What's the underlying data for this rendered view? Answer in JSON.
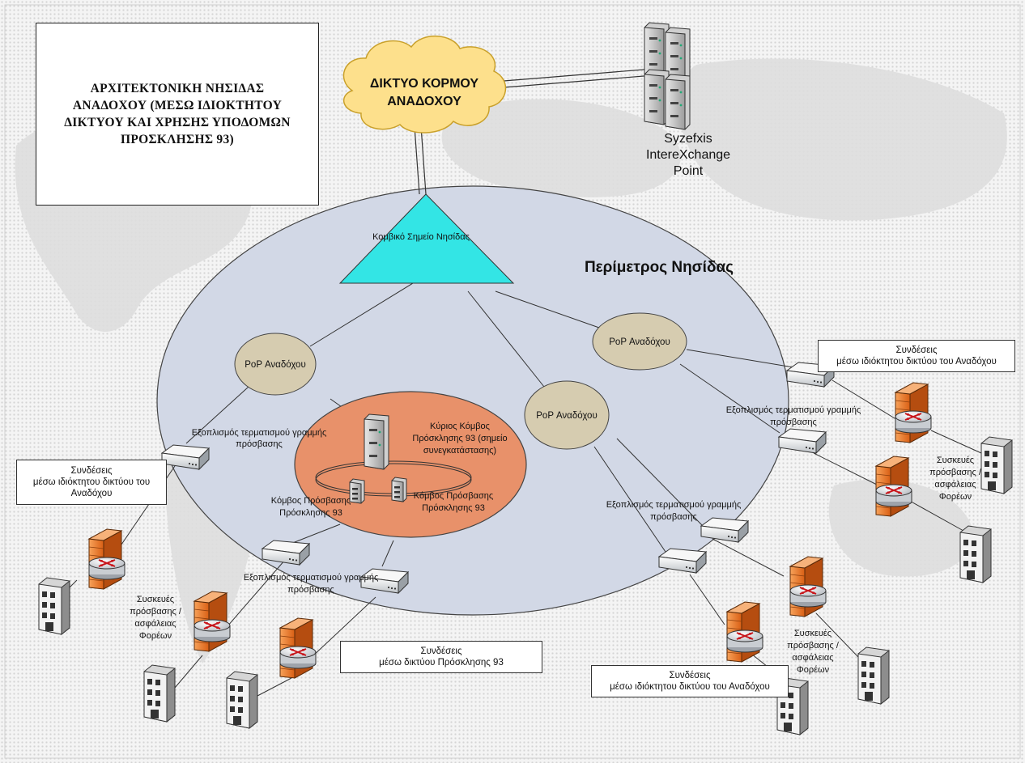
{
  "title": "ΑΡΧΙΤΕΚΤΟΝΙΚΗ ΝΗΣΙΔΑΣ ΑΝΑΔΟΧΟΥ (ΜΕΣΩ ΙΔΙΟΚΤΗΤΟΥ ΔΙΚΤΥΟΥ ΚΑΙ ΧΡΗΣΗΣ ΥΠΟΔΟΜΩΝ ΠΡΟΣΚΛΗΣΗΣ 93)",
  "cloud": {
    "line1": "ΔΙΚΤΥΟ ΚΟΡΜΟΥ",
    "line2": "ΑΝΑΔΟΧΟΥ"
  },
  "ixp": {
    "line1": "Syzefxis",
    "line2": "IntereXchange",
    "line3": "Point"
  },
  "perimeter_label": "Περίμετρος Νησίδας",
  "hub_label": "Κομβικό Σημείο Νησίδας",
  "pops": [
    "PoP Αναδόχου",
    "PoP Αναδόχου",
    "PoP Αναδόχου"
  ],
  "core": {
    "main_node": {
      "line1": "Κύριος Κόμβος",
      "line2": "Πρόσκλησης 93 (σημείο",
      "line3": "συνεγκατάστασης)"
    },
    "access_node_left": {
      "line1": "Κόμβος Πρόσβασης",
      "line2": "Πρόσκλησης 93"
    },
    "access_node_right": {
      "line1": "Κόμβος Πρόσβασης",
      "line2": "Πρόσκλησης 93"
    }
  },
  "termination": {
    "line1": "Εξοπλισμός τερματισμού γραμμής",
    "line2": "πρόσβασης",
    "line1_cut": "Εξοπλισμός τερματισμού γραμμής",
    "line1_partial": "Εξοπλισμός τερματισμού γραμμής"
  },
  "devices": {
    "line1": "Συσκευές",
    "line2": "πρόσβασης /",
    "line3": "ασφάλειας",
    "line4": "Φορέων"
  },
  "callouts": {
    "left": {
      "line1": "Συνδέσεις",
      "line2": "μέσω ιδιόκτητου δικτύου του",
      "line3": "Αναδόχου"
    },
    "top_right": {
      "line1": "Συνδέσεις",
      "line2": "μέσω ιδιόκτητου δικτύου του Αναδόχου"
    },
    "bottom_center": {
      "line1": "Συνδέσεις",
      "line2": "μέσω δικτύου Πρόσκλησης 93"
    },
    "bottom_right": {
      "line1": "Συνδέσεις",
      "line2": "μέσω ιδιόκτητου δικτύου του Αναδόχου"
    }
  },
  "colors": {
    "perimeter_fill": "#d2d8e6",
    "pop_fill": "#d6ccb0",
    "core_fill": "#e8916a",
    "hub_fill": "#33e5e5",
    "cloud_fill": "#fde08c",
    "firewall": "#ec7a2c"
  },
  "icons": [
    "cloud-icon",
    "server-icon",
    "triangle-hub-icon",
    "modem-icon",
    "firewall-router-icon",
    "building-icon"
  ]
}
